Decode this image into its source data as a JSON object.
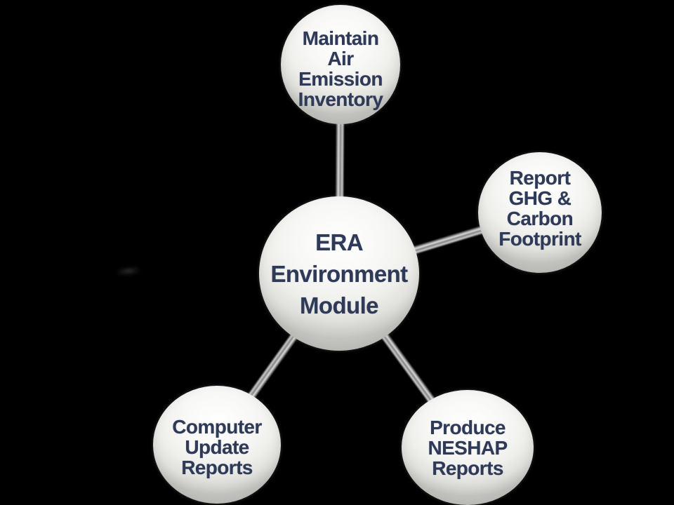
{
  "colors": {
    "background": "#000000",
    "node_text": "#2e3a57",
    "node_fill_highlight": "#ffffff",
    "node_fill_rim": "#c4c4c0",
    "connector_light": "#e2e2e2",
    "connector_dark": "#4a4a4a"
  },
  "diagram": {
    "type": "radial-hub-and-spoke",
    "center": {
      "id": "era-environment-module",
      "lines": [
        "ERA",
        "Environment",
        "Module"
      ]
    },
    "nodes": {
      "top": {
        "id": "maintain-air-emission-inventory",
        "lines": [
          "Maintain",
          "Air",
          "Emission",
          "Inventory"
        ]
      },
      "right": {
        "id": "report-ghg-carbon-footprint",
        "lines": [
          "Report",
          "GHG &",
          "Carbon",
          "Footprint"
        ]
      },
      "bottom_right": {
        "id": "produce-neshap-reports",
        "lines": [
          "Produce",
          "NESHAP",
          "Reports"
        ]
      },
      "bottom_left": {
        "id": "computer-update-reports",
        "lines": [
          "Computer",
          "Update",
          "Reports"
        ]
      }
    },
    "connectors": [
      {
        "from": "era-environment-module",
        "to": "maintain-air-emission-inventory"
      },
      {
        "from": "era-environment-module",
        "to": "report-ghg-carbon-footprint"
      },
      {
        "from": "era-environment-module",
        "to": "produce-neshap-reports"
      },
      {
        "from": "era-environment-module",
        "to": "computer-update-reports"
      }
    ]
  }
}
